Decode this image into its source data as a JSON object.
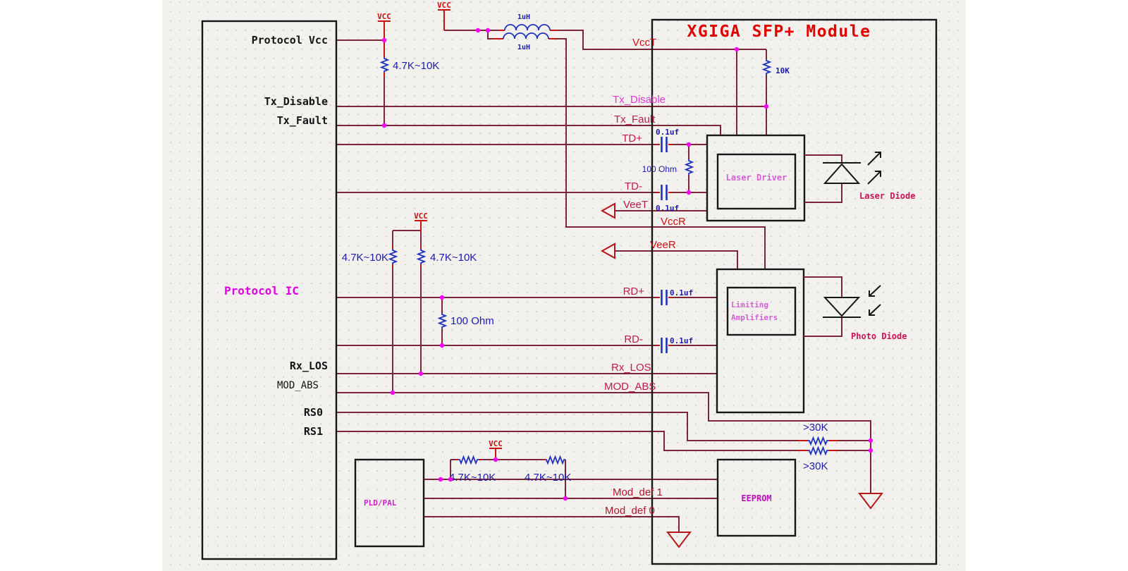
{
  "title": "XGIGA SFP+ Module",
  "host": {
    "block_label": "Protocol IC",
    "pins": {
      "protocol_vcc": "Protocol Vcc",
      "tx_disable": "Tx_Disable",
      "tx_fault": "Tx_Fault",
      "rx_los": "Rx_LOS",
      "mod_abs": "MOD_ABS",
      "rs0": "RS0",
      "rs1": "RS1"
    }
  },
  "module": {
    "signals": {
      "vcct": "VccT",
      "tx_disable": "Tx_Disable",
      "tx_fault": "Tx_Fault",
      "td_plus": "TD+",
      "td_minus": "TD-",
      "veet": "VeeT",
      "vccr": "VccR",
      "veer": "VeeR",
      "rd_plus": "RD+",
      "rd_minus": "RD-",
      "rx_los": "Rx_LOS",
      "mod_abs": "MOD_ABS",
      "mod_def1": "Mod_def 1",
      "mod_def0": "Mod_def 0"
    },
    "blocks": {
      "laser_driver": "Laser Driver",
      "limiting1": "Limiting",
      "limiting2": "Amplifiers",
      "eeprom": "EEPROM"
    },
    "optics": {
      "laser_diode": "Laser Diode",
      "photo_diode": "Photo Diode"
    }
  },
  "pld": {
    "label": "PLD/PAL"
  },
  "values": {
    "vcc": "VCC",
    "r_pullup": "4.7K~10K",
    "r_10k": "10K",
    "r_100ohm": "100 Ohm",
    "r_gt30k": ">30K",
    "c_01uf": "0.1uf",
    "l_1uh": "1uH"
  },
  "colors": {
    "wire": "#7a2636",
    "stub_red": "#cc1111",
    "component_navy": "#2233bb",
    "junction_magenta": "#ff00ff",
    "title_red": "#e00000",
    "signal_crimson": "#c2194b",
    "signal_magenta": "#e335d6",
    "block_violet": "#d45fd4",
    "sheet": "#f2f1ee"
  }
}
